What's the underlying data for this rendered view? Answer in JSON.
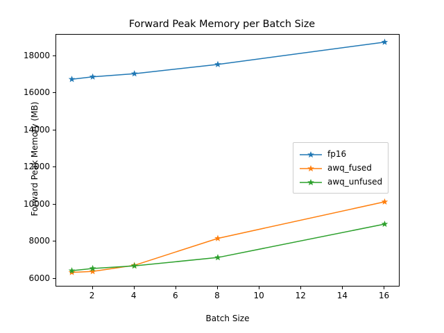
{
  "chart_data": {
    "type": "line",
    "title": "Forward Peak Memory per Batch Size",
    "xlabel": "Batch Size",
    "ylabel": "Forward Peak Memory (MB)",
    "x": [
      1,
      2,
      4,
      8,
      16
    ],
    "xlim": [
      0.25,
      16.75
    ],
    "ylim": [
      5550,
      19150
    ],
    "xticks": [
      2,
      4,
      6,
      8,
      10,
      12,
      14,
      16
    ],
    "xticklabels": [
      "2",
      "4",
      "6",
      "8",
      "10",
      "12",
      "14",
      "16"
    ],
    "yticks": [
      6000,
      8000,
      10000,
      12000,
      14000,
      16000,
      18000
    ],
    "yticklabels": [
      "6000",
      "8000",
      "10000",
      "12000",
      "14000",
      "16000",
      "18000"
    ],
    "grid": false,
    "legend_position": "center right",
    "marker": "star",
    "series": [
      {
        "name": "fp16",
        "color": "#1f77b4",
        "values": [
          16750,
          16880,
          17050,
          17550,
          18750
        ]
      },
      {
        "name": "awq_fused",
        "color": "#ff7f0e",
        "values": [
          6350,
          6400,
          6730,
          8180,
          10150
        ]
      },
      {
        "name": "awq_unfused",
        "color": "#2ca02c",
        "values": [
          6440,
          6560,
          6700,
          7150,
          8950
        ]
      }
    ]
  },
  "legend": {
    "entries": [
      {
        "label": "fp16"
      },
      {
        "label": "awq_fused"
      },
      {
        "label": "awq_unfused"
      }
    ]
  }
}
